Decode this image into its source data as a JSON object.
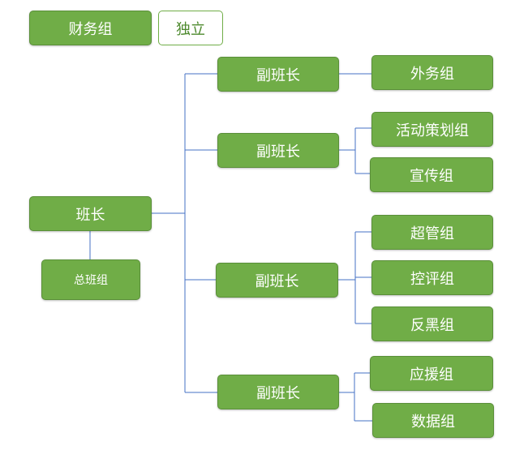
{
  "nodes": {
    "finance": "财务组",
    "independent": "独立",
    "monitor": "班长",
    "general": "总班组",
    "vice_1": "副班长",
    "vice_2": "副班长",
    "vice_3": "副班长",
    "vice_4": "副班长",
    "external": "外务组",
    "planning": "活动策划组",
    "publicity": "宣传组",
    "super_admin": "超管组",
    "control": "控评组",
    "anti_black": "反黑组",
    "support": "应援组",
    "data": "数据组"
  },
  "colors": {
    "box_fill": "#70ad47",
    "box_border": "#5a8f39",
    "connector": "#4472c4"
  }
}
